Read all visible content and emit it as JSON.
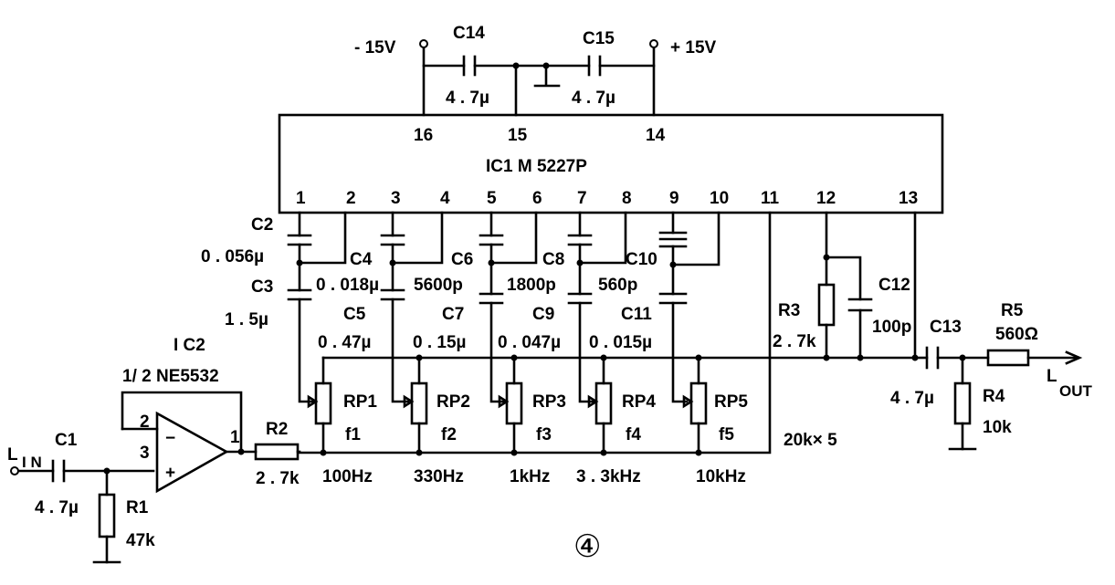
{
  "supply": {
    "neg": "- 15V",
    "pos": "+ 15V"
  },
  "ic1": {
    "label": "IC1  M 5227P",
    "pins": [
      "1",
      "2",
      "3",
      "4",
      "5",
      "6",
      "7",
      "8",
      "9",
      "10",
      "11",
      "12",
      "13",
      "14",
      "15",
      "16"
    ]
  },
  "ic2": {
    "line1": "I C2",
    "line2": "1/ 2 NE5532",
    "pin_minus": "2",
    "pin_plus": "3",
    "pin_out": "1",
    "minus_sign": "−",
    "plus_sign": "+"
  },
  "caps": {
    "c1": {
      "name": "C1",
      "value": "4 . 7µ"
    },
    "c2": {
      "name": "C2",
      "value": "0 . 056µ"
    },
    "c3": {
      "name": "C3",
      "value": "1 . 5µ"
    },
    "c4": {
      "name": "C4",
      "value": "0 . 018µ"
    },
    "c5": {
      "name": "C5",
      "value": "0 . 47µ"
    },
    "c6": {
      "name": "C6",
      "value": "5600p"
    },
    "c7": {
      "name": "C7",
      "value": "0 . 15µ"
    },
    "c8": {
      "name": "C8",
      "value": "1800p"
    },
    "c9": {
      "name": "C9",
      "value": "0 . 047µ"
    },
    "c10": {
      "name": "C10",
      "value": "560p"
    },
    "c11": {
      "name": "C11",
      "value": "0 . 015µ"
    },
    "c12": {
      "name": "C12",
      "value": "100p"
    },
    "c13": {
      "name": "C13",
      "value": "4 . 7µ"
    },
    "c14": {
      "name": "C14",
      "value": "4 . 7µ"
    },
    "c15": {
      "name": "C15",
      "value": "4 . 7µ"
    }
  },
  "res": {
    "r1": {
      "name": "R1",
      "value": "47k"
    },
    "r2": {
      "name": "R2",
      "value": "2 . 7k"
    },
    "r3": {
      "name": "R3",
      "value": "2 . 7k"
    },
    "r4": {
      "name": "R4",
      "value": "10k"
    },
    "r5": {
      "name": "R5",
      "value": "560Ω"
    }
  },
  "pots": [
    {
      "name": "RP1",
      "f": "f1",
      "freq": "100Hz"
    },
    {
      "name": "RP2",
      "f": "f2",
      "freq": "330Hz"
    },
    {
      "name": "RP3",
      "f": "f3",
      "freq": "1kHz"
    },
    {
      "name": "RP4",
      "f": "f4",
      "freq": "3 . 3kHz"
    },
    {
      "name": "RP5",
      "f": "f5",
      "freq": "10kHz"
    }
  ],
  "pot_note": "20k× 5",
  "io": {
    "in": "L",
    "in_sub": "I N",
    "out": "L",
    "out_sub": "OUT"
  },
  "figure": "④"
}
